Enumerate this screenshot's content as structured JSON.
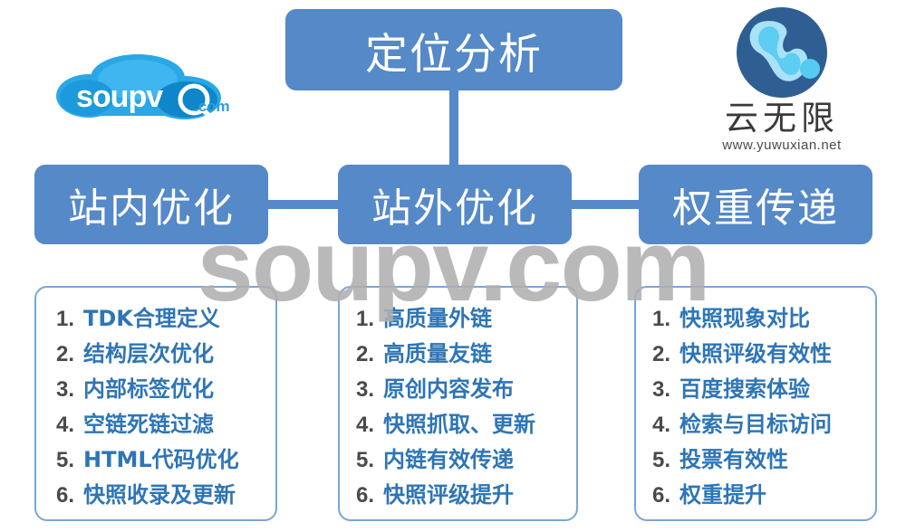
{
  "diagram": {
    "root": {
      "label": "定位分析"
    },
    "branches": [
      {
        "id": "onsite",
        "label": "站内优化",
        "items": [
          {
            "num": "1.",
            "text": "TDK合理定义"
          },
          {
            "num": "2.",
            "text": "结构层次优化"
          },
          {
            "num": "3.",
            "text": "内部标签优化"
          },
          {
            "num": "4.",
            "text": "空链死链过滤"
          },
          {
            "num": "5.",
            "text": "HTML代码优化"
          },
          {
            "num": "6.",
            "text": "快照收录及更新"
          }
        ]
      },
      {
        "id": "offsite",
        "label": "站外优化",
        "items": [
          {
            "num": "1.",
            "text": "高质量外链"
          },
          {
            "num": "2.",
            "text": "高质量友链"
          },
          {
            "num": "3.",
            "text": "原创内容发布"
          },
          {
            "num": "4.",
            "text": "快照抓取、更新"
          },
          {
            "num": "5.",
            "text": "内链有效传递"
          },
          {
            "num": "6.",
            "text": "快照评级提升"
          }
        ]
      },
      {
        "id": "weight",
        "label": "权重传递",
        "items": [
          {
            "num": "1.",
            "text": "快照现象对比"
          },
          {
            "num": "2.",
            "text": "快照评级有效性"
          },
          {
            "num": "3.",
            "text": "百度搜索体验"
          },
          {
            "num": "4.",
            "text": "检索与目标访问"
          },
          {
            "num": "5.",
            "text": "投票有效性"
          },
          {
            "num": "6.",
            "text": "权重提升"
          }
        ]
      }
    ]
  },
  "watermark": {
    "text": "soupv.com"
  },
  "logo_left": {
    "wordmark": "soupv",
    "suffix": ".com"
  },
  "logo_right": {
    "name": "云无限",
    "url": "www.yuwuxian.net"
  },
  "colors": {
    "box_blue": "#5589c8",
    "text_blue": "#2e75b6",
    "number_gray": "#4a4a4a",
    "panel_border": "#7aa6d6",
    "watermark_gray": "#b0b0b0",
    "logo_cloud_blue": "#29a8e5",
    "logo_cloud_deep": "#0e86c9",
    "logo_circle_dark": "#2f5f92",
    "logo_circle_light": "#9fddf5"
  }
}
